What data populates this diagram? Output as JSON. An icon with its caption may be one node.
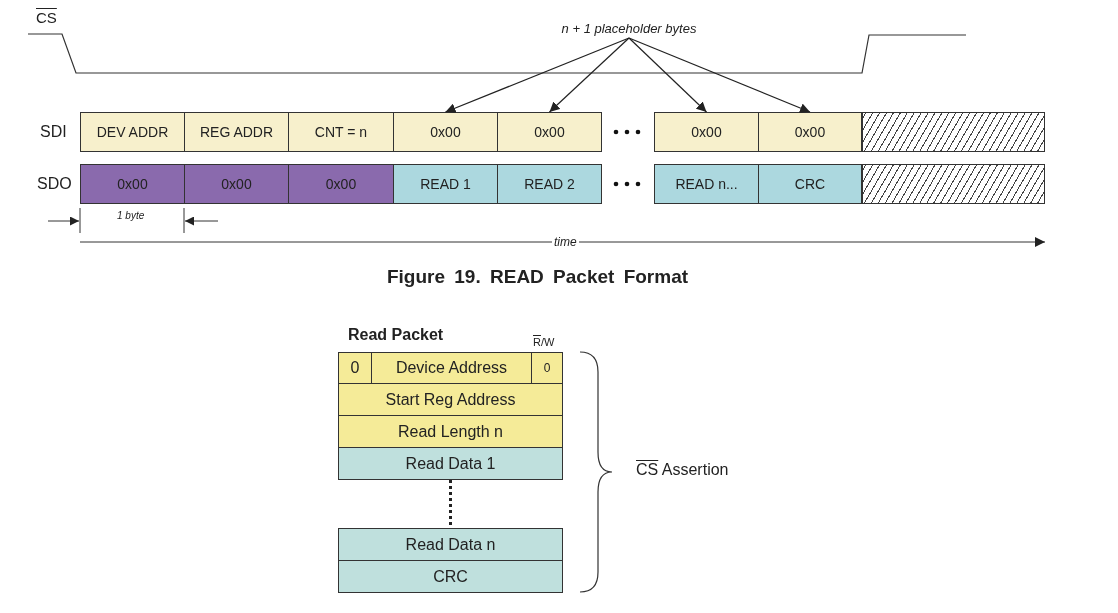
{
  "diagram": {
    "caption": "Figure 19. READ Packet Format",
    "nodes": [
      {
        "text": [
          "n + 1 placeholder bytes"
        ]
      },
      {
        "text": [
          "DEV ADDR"
        ]
      },
      {
        "text": [
          "REG ADDR"
        ]
      },
      {
        "text": [
          "CNT = n"
        ]
      },
      {
        "text": [
          "0x00"
        ]
      },
      {
        "text": [
          "0x00"
        ]
      },
      {
        "text": [
          "0x00"
        ]
      },
      {
        "text": [
          "0x00"
        ]
      },
      {
        "text": [],
        "shape": "box"
      },
      {
        "text": [
          "0x00"
        ]
      },
      {
        "text": [
          "0x00"
        ]
      },
      {
        "text": [
          "0x00"
        ]
      },
      {
        "text": [
          "READ 1"
        ]
      },
      {
        "text": [
          "READ 2"
        ]
      },
      {
        "text": [
          "READ n..."
        ]
      },
      {
        "text": [
          "CRC"
        ]
      },
      {
        "text": [],
        "shape": "box"
      },
      {
        "text": [
          "0"
        ]
      },
      {
        "text": [
          "Device Address"
        ]
      },
      {
        "text": [
          "0"
        ]
      },
      {
        "text": [
          "Start Reg Address"
        ]
      },
      {
        "text": [
          "Read Length n"
        ]
      },
      {
        "text": [
          "Read Data 1"
        ]
      },
      {
        "text": [
          "Read Data n"
        ]
      },
      {
        "text": [
          "CRC"
        ]
      }
    ],
    "edges": [
      {
        "from": 0,
        "to": 4,
        "arrow": "to"
      },
      {
        "from": 0,
        "to": 5,
        "arrow": "to"
      },
      {
        "from": 0,
        "to": 6,
        "arrow": "to"
      },
      {
        "from": 0,
        "to": 7,
        "arrow": "to"
      },
      {
        "from": 22,
        "to": 23,
        "arrow": "none",
        "style": "dashed"
      }
    ],
    "labels": [
      "CS",
      "SDI",
      "SDO",
      "1 byte",
      "time",
      "Read Packet",
      "R/W",
      "CS Assertion"
    ]
  }
}
